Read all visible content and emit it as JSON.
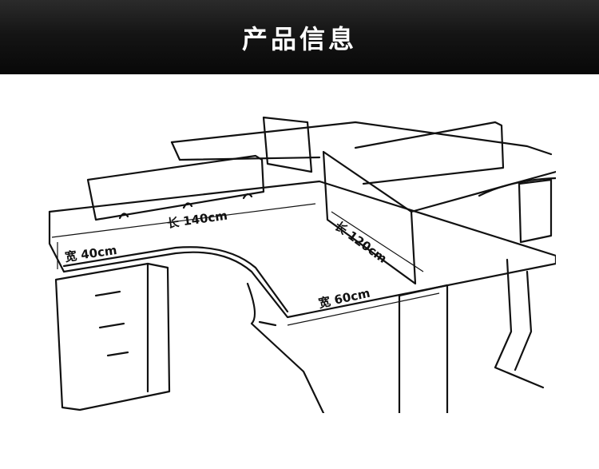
{
  "header": {
    "title": "产品信息"
  },
  "dimensions": {
    "length_desk": "长 140cm",
    "width_desk": "宽 40cm",
    "length_return": "长 120cm",
    "width_return": "宽 60cm"
  }
}
